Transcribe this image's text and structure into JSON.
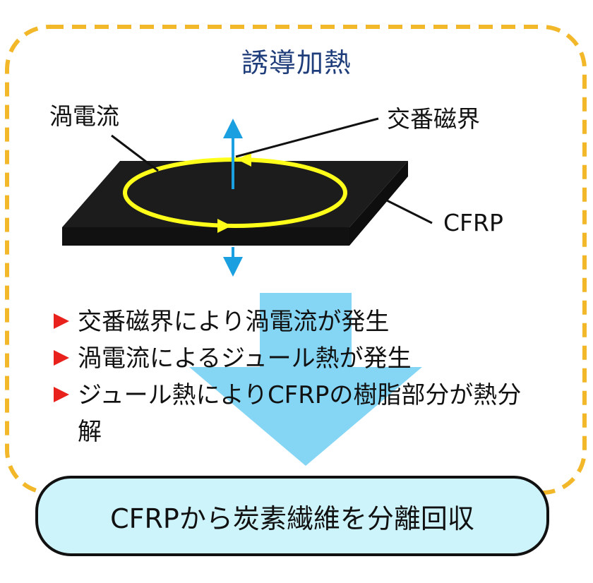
{
  "title": "誘導加熱",
  "labels": {
    "eddy_current": "渦電流",
    "alternating_field": "交番磁界",
    "material": "CFRP"
  },
  "bullets": [
    "交番磁界により渦電流が発生",
    "渦電流によるジュール熱が発生",
    "ジュール熱によりCFRPの樹脂部分が熱分解"
  ],
  "result": "CFRPから炭素繊維を分離回収",
  "colors": {
    "frame_dash": "#f2b82a",
    "title": "#1f3d7a",
    "plate": "#1c1c1c",
    "eddy_loop": "#ffff1a",
    "field_arrow": "#1aa0e0",
    "down_arrow": "#85d6f5",
    "bullet_mark": "#e8211d",
    "result_fill": "#cdf3fb"
  }
}
